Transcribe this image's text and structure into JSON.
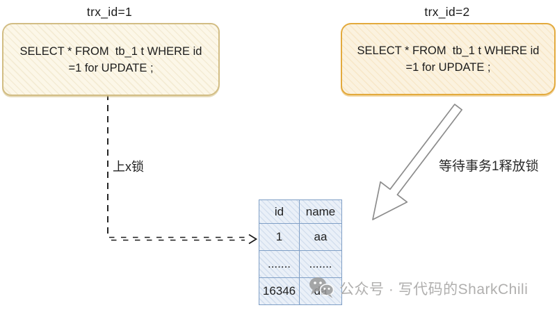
{
  "transactions": [
    {
      "title": "trx_id=1",
      "sql_line1": "SELECT * FROM  tb_1 t WHERE id",
      "sql_line2": "=1 for UPDATE ;"
    },
    {
      "title": "trx_id=2",
      "sql_line1": "SELECT * FROM  tb_1 t WHERE id",
      "sql_line2": "=1 for UPDATE ;"
    }
  ],
  "annotations": {
    "lock_label": "上x锁",
    "wait_label": "等待事务1释放锁"
  },
  "data_table": {
    "headers": [
      "id",
      "name"
    ],
    "rows": [
      [
        "1",
        "aa"
      ],
      [
        ".......",
        "......."
      ],
      [
        "16346",
        "da"
      ]
    ]
  },
  "watermark": {
    "icon": "wechat-icon",
    "text": "公众号 · 写代码的SharkChili"
  },
  "colors": {
    "box1_border": "#d2bd84",
    "box1_fill": "#fcf7e8",
    "box2_border": "#e3aa3d",
    "box2_fill": "#fbf2df",
    "table_border": "#7f9fc6",
    "table_fill": "#eaf0f8",
    "connector": "#1a1a1a",
    "arrow_outline": "#8c8c8c",
    "watermark_gray": "#b0afae"
  }
}
